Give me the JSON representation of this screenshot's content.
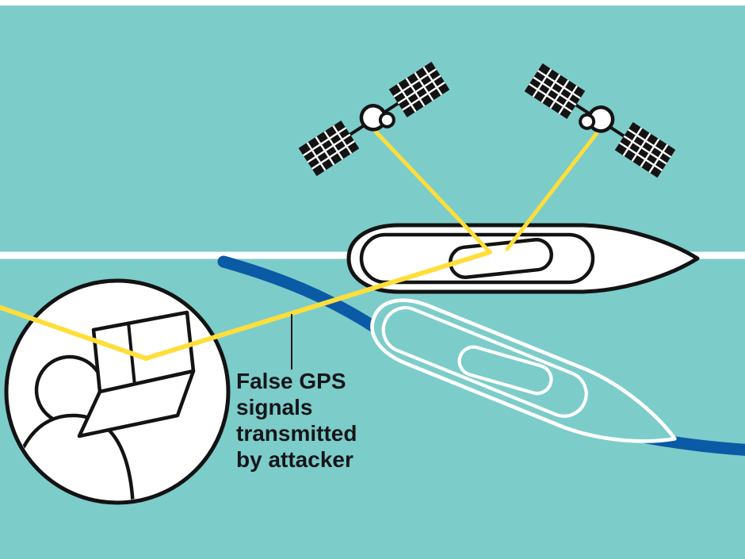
{
  "annotation": {
    "lines": [
      "False GPS",
      "signals",
      "transmitted",
      "by attacker"
    ]
  },
  "colors": {
    "background": "#7CCCCA",
    "top_strip": "#FFFFFF",
    "true_course_line": "#FFFFFF",
    "spoofed_course_line": "#0B5AA5",
    "gps_signal_line": "#FFDE3B",
    "outline": "#131313",
    "ghost_outline": "#FFFFFF",
    "text": "#15161a"
  },
  "icons": {
    "satellite_left": "satellite-left-icon",
    "satellite_right": "satellite-right-icon",
    "ship_actual": "ship-icon",
    "ship_ghost": "ghost-ship-icon",
    "attacker": "attacker-person-icon",
    "laptop": "laptop-icon"
  }
}
